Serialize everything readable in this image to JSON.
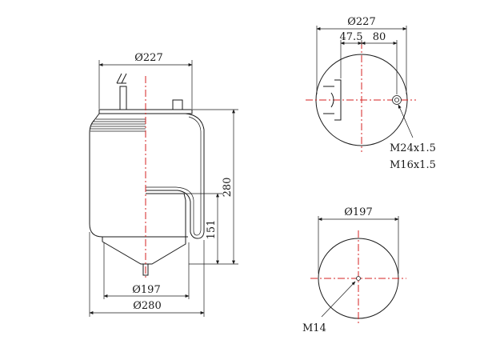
{
  "side_view": {
    "dia_top": "Ø227",
    "dia_bottom": "Ø197",
    "dia_max": "Ø280",
    "height_total": "280",
    "height_lower": "151"
  },
  "top_view": {
    "dia": "Ø227",
    "offset_left": "47.5",
    "offset_right": "80",
    "thread_1": "M24x1.5",
    "thread_2": "M16x1.5"
  },
  "bottom_view": {
    "dia": "Ø197",
    "thread": "M14"
  },
  "colors": {
    "line": "#1a1a1a",
    "centerline": "#d42020"
  }
}
